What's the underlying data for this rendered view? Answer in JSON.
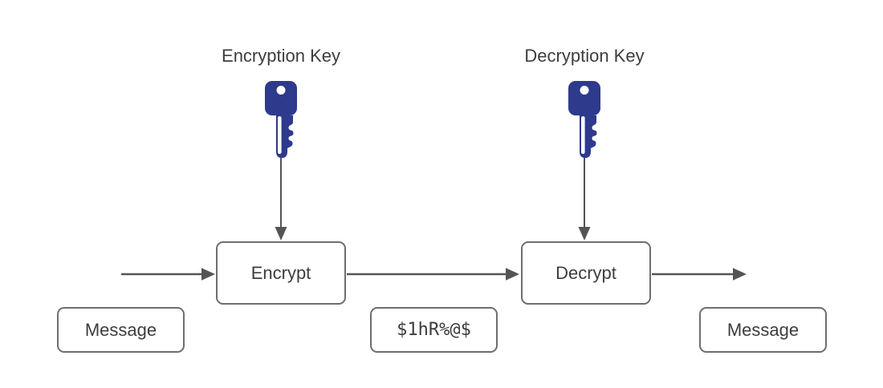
{
  "diagram": {
    "type": "encryption-decryption-flow",
    "colors": {
      "background": "#ffffff",
      "key_fill": "#2e3a8c",
      "key_hole": "#ffffff",
      "box_border": "#6e6e6e",
      "box_fill": "#ffffff",
      "arrow_stroke": "#545454",
      "text": "#3d3d3d"
    },
    "keys": [
      {
        "label": "Encryption Key",
        "icon": "key-icon"
      },
      {
        "label": "Decryption Key",
        "icon": "key-icon"
      }
    ],
    "process_nodes": [
      {
        "label": "Encrypt"
      },
      {
        "label": "Decrypt"
      }
    ],
    "data_nodes": [
      {
        "label": "Message"
      },
      {
        "label": "$1hR%@$"
      },
      {
        "label": "Message"
      }
    ],
    "edges": [
      {
        "from": "input",
        "to": "encrypt",
        "type": "arrow-right"
      },
      {
        "from": "encryption-key",
        "to": "encrypt",
        "type": "arrow-down"
      },
      {
        "from": "encrypt",
        "to": "decrypt",
        "type": "arrow-right"
      },
      {
        "from": "decryption-key",
        "to": "decrypt",
        "type": "arrow-down"
      },
      {
        "from": "decrypt",
        "to": "output",
        "type": "arrow-right"
      }
    ]
  }
}
